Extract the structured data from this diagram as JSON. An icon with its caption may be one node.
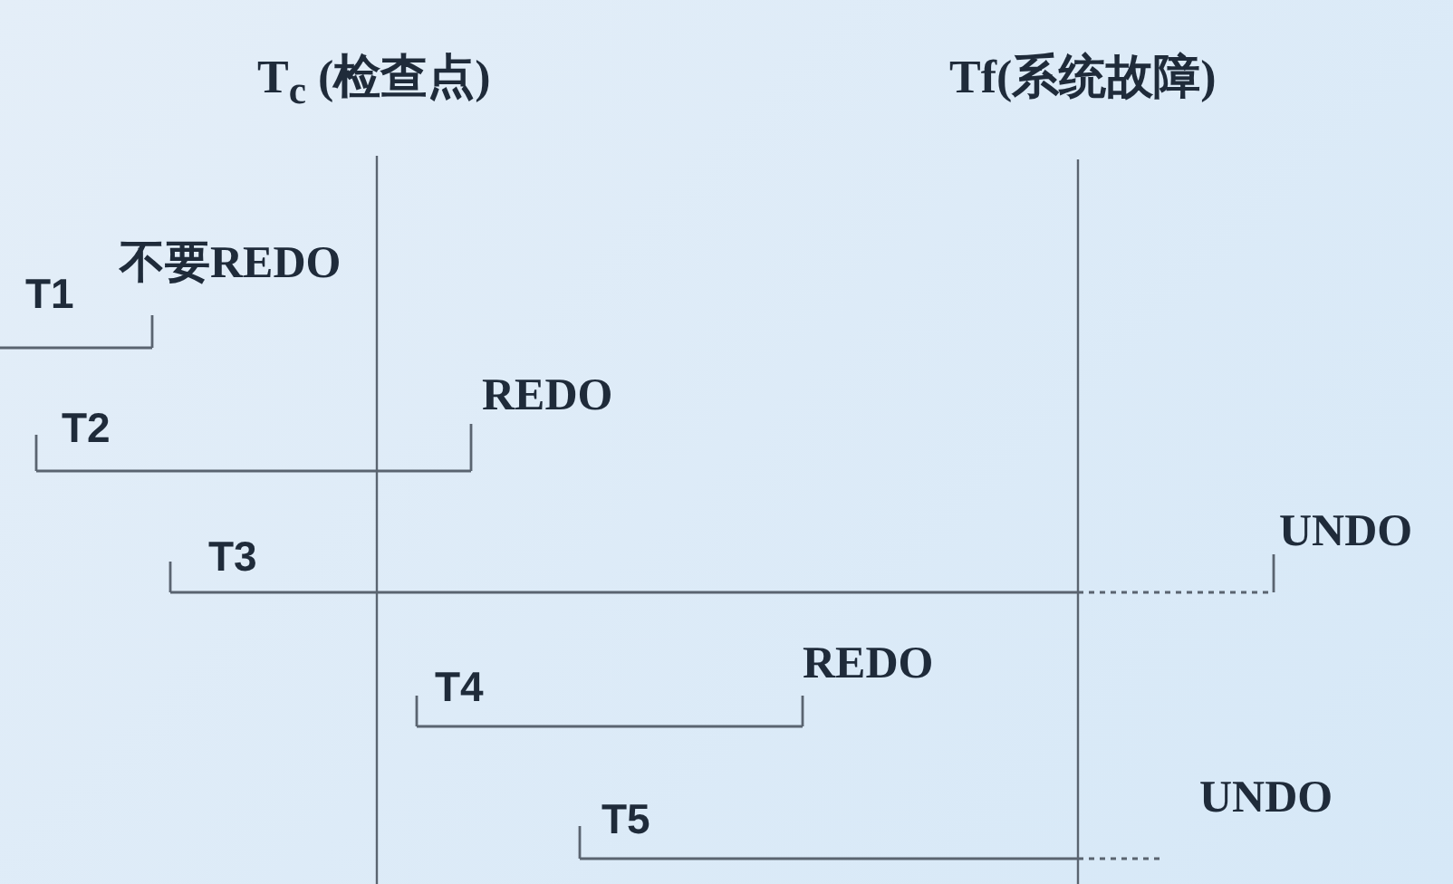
{
  "diagram": {
    "labels": [
      "T$_{c}$ (检查点)",
      "Tf(系统故障)",
      "不要REDO",
      "T1",
      "REDO",
      "T2",
      "UNDO",
      "T3",
      "REDO",
      "T4",
      "UNDO",
      "T5"
    ]
  }
}
